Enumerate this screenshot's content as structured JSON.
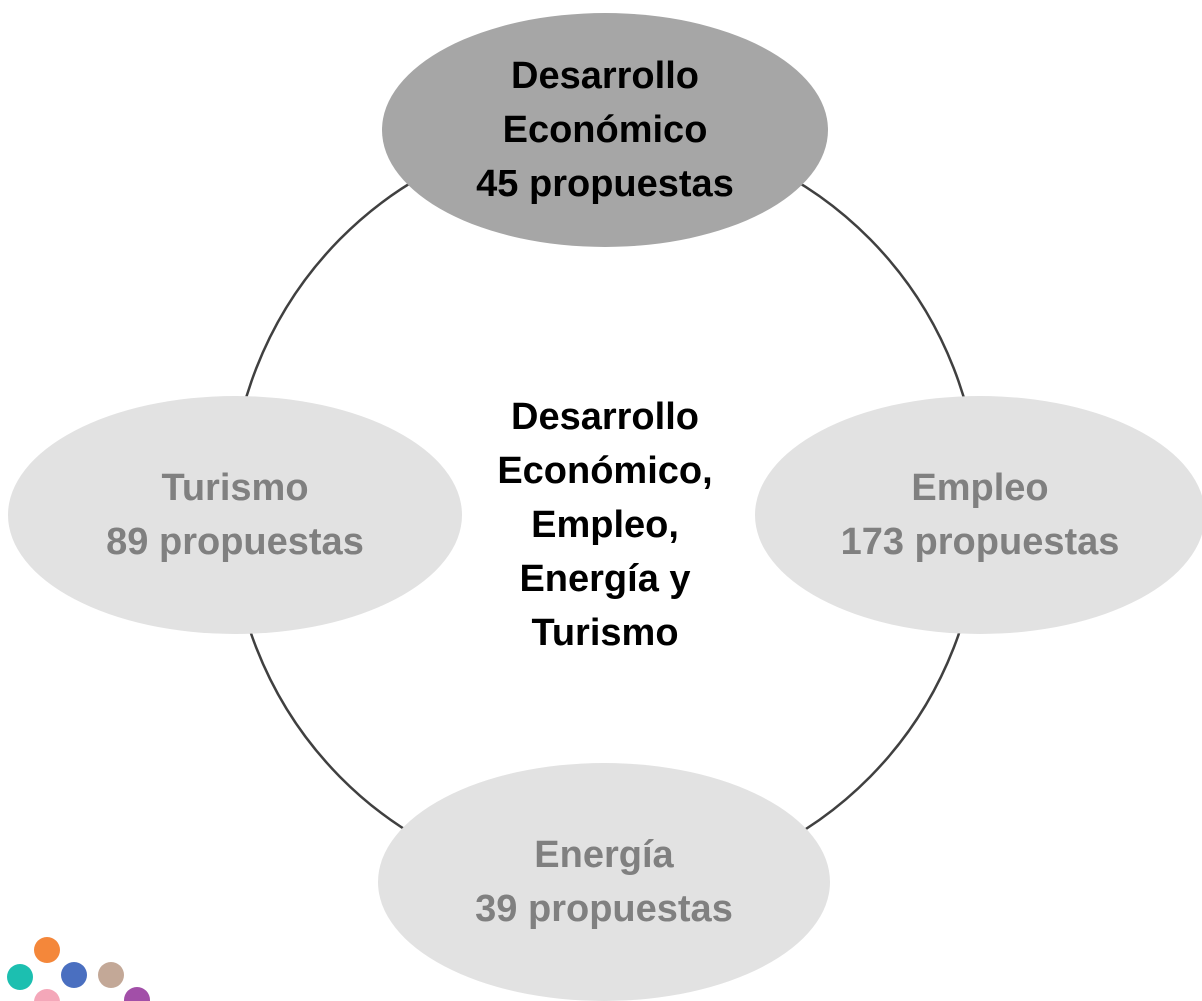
{
  "center": {
    "lines": [
      "Desarrollo",
      "Económico,",
      "Empleo,",
      "Energía y",
      "Turismo"
    ],
    "color": "#000000"
  },
  "nodes": {
    "top": {
      "lines": [
        "Desarrollo",
        "Económico",
        "45 propuestas"
      ],
      "fill": "#a6a6a6",
      "text_color": "#000000"
    },
    "right": {
      "lines": [
        "Empleo",
        "173 propuestas"
      ],
      "fill": "#e2e2e2",
      "text_color": "#808080"
    },
    "bottom": {
      "lines": [
        "Energía",
        "39 propuestas"
      ],
      "fill": "#e2e2e2",
      "text_color": "#808080"
    },
    "left": {
      "lines": [
        "Turismo",
        "89 propuestas"
      ],
      "fill": "#e2e2e2",
      "text_color": "#808080"
    }
  },
  "ring_color": "#404040",
  "logo": {
    "dot_colors": [
      "#f4873a",
      "#1cbfb0",
      "#4a6fc0",
      "#c3a897",
      "#f4a7b9",
      "#a24fa8"
    ]
  }
}
